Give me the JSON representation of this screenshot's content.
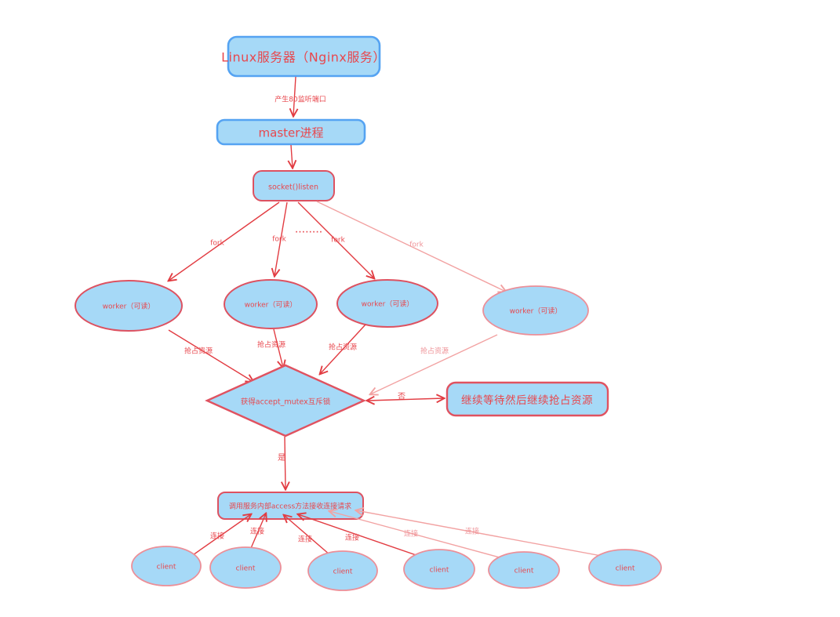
{
  "diagram": {
    "linux_server": "Linux服务器（Nginx服务）",
    "port_label": "产生80监听端口",
    "master": "master进程",
    "socket": "socket()listen",
    "fork_labels": [
      "fork",
      "fork",
      "fork",
      "fork"
    ],
    "fork_dots": "........",
    "workers": [
      "worker（可读）",
      "worker（可读）",
      "worker（可读）",
      "worker（可读）"
    ],
    "seize_labels": [
      "抢占资源",
      "抢占资源",
      "抢占资源",
      "抢占资源"
    ],
    "decision": "获得accept_mutex互斥锁",
    "no_label": "否",
    "yes_label": "是",
    "wait_box": "继续等待然后继续抢占资源",
    "accept_box": "调用服务内部access方法接收连接请求",
    "connect_labels": [
      "连接",
      "连接",
      "连接",
      "连接",
      "连接",
      "连接"
    ],
    "clients": [
      "client",
      "client",
      "client",
      "client",
      "client",
      "client"
    ]
  },
  "colors": {
    "node_fill": "#a6d9f7",
    "blue_border": "#55a3f2",
    "red_border": "#dd5261",
    "salmon_border": "#ec8f98",
    "text": "#e8474d",
    "arrow": "#e23c42",
    "arrow_light": "#f2a2a2",
    "background": "#ffffff"
  }
}
